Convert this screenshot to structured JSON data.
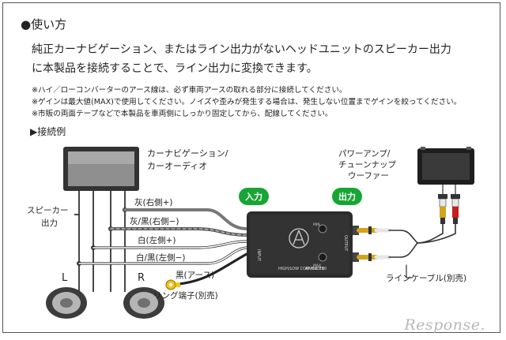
{
  "header": {
    "title": "●使い方"
  },
  "lead": {
    "line1": "純正カーナビゲーション、またはライン出力がないヘッドユニットのスピーカー出力",
    "line2": "に本製品を接続することで、ライン出力に変換できます。"
  },
  "notes": [
    "※ハイ／ローコンバーターのアース線は、必ず車両アースの取れる部分に接続してください。",
    "※ゲインは最大値(MAX)で使用してください。ノイズや歪みが発生する場合は、発生しない位置までゲインを絞ってください。",
    "※市販の両面テープなどで本製品を車両側にしっかり固定してから、配線してください。"
  ],
  "example": {
    "title": "▶接続例"
  },
  "diagram": {
    "head_unit_line1": "カーナビゲーション/",
    "head_unit_line2": "カーオーディオ",
    "speaker_line1": "スピーカー",
    "speaker_line2": "出力",
    "speaker_left": "L",
    "speaker_right": "R",
    "wires": [
      "灰(右側+)",
      "灰/黒(右側−)",
      "白(左側+)",
      "白/黒(左側−)"
    ],
    "ground_wire": "黒(アース)",
    "ring_terminal": "リング端子(別売)",
    "input_badge": "入力",
    "output_badge": "出力",
    "amp_line1": "パワーアンプ/",
    "amp_line2": "チューンナップ",
    "amp_line3": "ウーファー",
    "line_cable": "ラインケーブル(別売)",
    "device_model": "AT-HLC230",
    "device_name": "HIGH/LOW CONVERTER",
    "device_input": "INPUT",
    "device_output": "OUTPUT",
    "gain_min": "MIN",
    "gain_max": "MAX"
  },
  "watermark": "Response."
}
